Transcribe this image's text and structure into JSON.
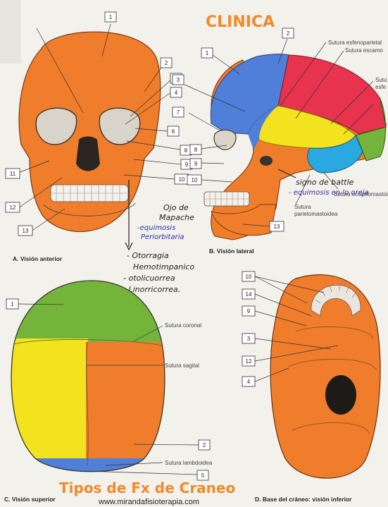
{
  "title": "CLINICA",
  "footer_title": "Tipos de Fx de Craneo",
  "website": "www.mirandafisioterapia.com",
  "colors": {
    "orange": "#f07d2c",
    "blue": "#4f7fd8",
    "red": "#e8334f",
    "yellow": "#f2e31e",
    "green": "#74b43a",
    "cyan": "#2aa8e0",
    "note_blue": "#2b2fa8",
    "title_orange": "#f08a2a"
  },
  "panels": {
    "anterior": {
      "caption": "A. Visión anterior",
      "numbers": [
        "1",
        "2",
        "3",
        "4",
        "6",
        "8",
        "9",
        "10",
        "11",
        "12",
        "13"
      ]
    },
    "lateral": {
      "caption": "B. Visión lateral",
      "numbers": [
        "1",
        "2",
        "3",
        "7",
        "8",
        "9",
        "10",
        "13"
      ],
      "labels": {
        "esfenoparietal": "Sutura esfenoparietal",
        "escamosa": "Sutura escamo",
        "sutu": "Sutu",
        "esfe": "esfe",
        "occipitomastoidea": "Sutura occipitomastoid",
        "parietomastoidea_1": "Sutura",
        "parietomastoidea_2": "parietomastoidea"
      }
    },
    "superior": {
      "caption": "C. Visión superior",
      "numbers": [
        "1",
        "2",
        "5"
      ],
      "labels": {
        "coronal": "Sutura coronal",
        "sagital": "Sutura sagital",
        "lambdoidea": "Sutura lambdoidea"
      }
    },
    "inferior": {
      "caption": "D. Base del cráneo: visión inferior",
      "numbers": [
        "10",
        "14",
        "9",
        "3",
        "12",
        "4"
      ]
    }
  },
  "notes": {
    "ojo_1": "Ojo de",
    "ojo_2": "Mapache",
    "equimosis_1": "-equimosis",
    "equimosis_2": "Periorbitaria",
    "otorragia": "- Otorragia",
    "hemotimpanico": "Hemotimpanico",
    "otolicuorrea": "- otolicuorrea",
    "rinorrea": "- Linorricorrea.",
    "battle": "signo de battle",
    "battle_equimosis": "- equimosis en lo oreja"
  }
}
